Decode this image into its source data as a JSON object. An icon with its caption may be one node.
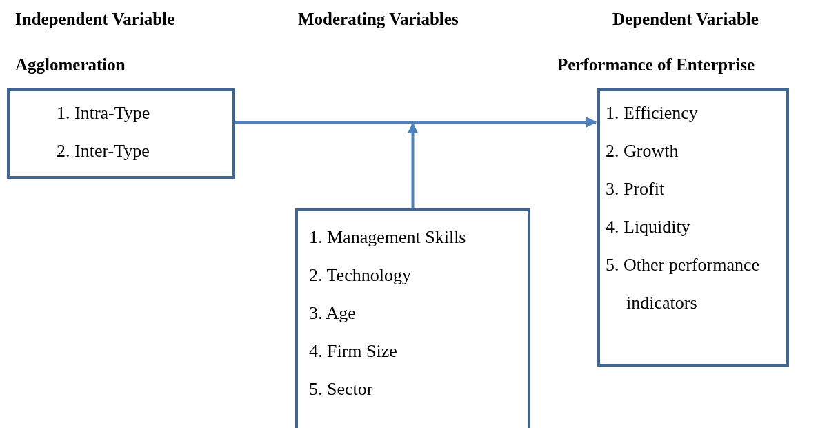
{
  "diagram": {
    "nodes": [
      {
        "text": [
          "Agglomeration",
          "1. Intra-Type",
          "2. Inter-Type"
        ]
      },
      {
        "text": [
          "1. Management Skills",
          "2. Technology",
          "3. Age",
          "4. Firm Size",
          "5. Sector"
        ]
      },
      {
        "text": [
          "Performance of Enterprise",
          "1. Efficiency",
          "2. Growth",
          "3. Profit",
          "4. Liquidity",
          "5. Other performance indicators"
        ]
      }
    ],
    "edges": [
      {
        "from": 0,
        "to": 2,
        "arrow": "to"
      },
      {
        "from": 1,
        "to": null,
        "arrow": "to"
      }
    ],
    "labels": [
      "Independent Variable",
      "Moderating Variables",
      "Dependent Variable"
    ]
  }
}
